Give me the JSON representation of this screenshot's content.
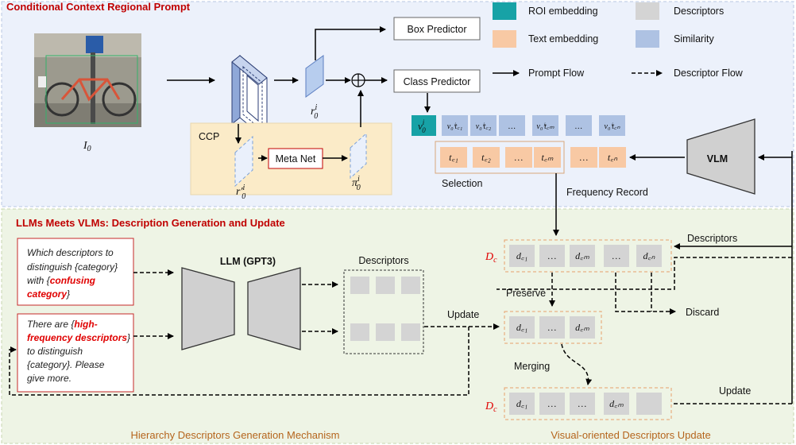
{
  "top": {
    "title": "Conditional Context Regional Prompt",
    "img_label": "I",
    "img_label_sub": "0",
    "box_predictor": "Box Predictor",
    "class_predictor": "Class Predictor",
    "ccp": "CCP",
    "meta_net": "Meta Net",
    "r0": "r",
    "r0_sup": "i",
    "r0_sub": "0",
    "r0p": "r′",
    "pi0": "π",
    "vlm": "VLM",
    "selection": "Selection",
    "freq_record": "Frequency Record",
    "roi_v": "v",
    "roi_v_sub": "0",
    "roi_v_sup": "i",
    "sim_cells": [
      "v₀ⁱt꜀₁",
      "v₀ⁱt꜀₂",
      "…",
      "v₀ⁱt꜀ₘ",
      "…",
      "v₀ⁱt꜀ₙ"
    ],
    "text_cells": [
      "t꜀₁",
      "t꜀₂",
      "…",
      "t꜀ₘ",
      "…",
      "t꜀ₙ"
    ]
  },
  "legend": {
    "roi": "ROI embedding",
    "descriptors": "Descriptors",
    "text": "Text embedding",
    "similarity": "Similarity",
    "prompt_flow": "Prompt Flow",
    "descriptor_flow": "Descriptor Flow",
    "colors": {
      "roi": "#17a2a6",
      "descriptors": "#d4d4d4",
      "text": "#f8c9a4",
      "similarity": "#aec2e3"
    }
  },
  "bottom": {
    "title": "LLMs Meets VLMs: Description Generation and Update",
    "prompt1_a": "Which descriptors to",
    "prompt1_b": "distinguish {category}",
    "prompt1_c": "with {",
    "prompt1_red1": "confusing",
    "prompt1_red2": "category",
    "prompt1_end": "}",
    "prompt2_a": "There are {",
    "prompt2_red1": "high-",
    "prompt2_red2": "frequency descriptors",
    "prompt2_b": "}",
    "prompt2_c": "to distinguish",
    "prompt2_d": "{category}. Please",
    "prompt2_e": "give more.",
    "llm": "LLM (GPT3)",
    "descriptors_box": "Descriptors",
    "update1": "Update",
    "update2": "Update",
    "descriptors_label": "Descriptors",
    "preserve": "Preserve",
    "discard": "Discard",
    "merging": "Merging",
    "dc": "D",
    "dc_sub": "c",
    "row1": [
      "d꜀₁",
      "…",
      "d꜀ₘ",
      "…",
      "d꜀ₙ"
    ],
    "row2": [
      "d꜀₁",
      "…",
      "d꜀ₘ"
    ],
    "row3": [
      "d꜀₁",
      "…",
      "…",
      "d꜀ₘ",
      ""
    ],
    "caption_left": "Hierarchy Descriptors Generation Mechanism",
    "caption_right": "Visual-oriented Descriptors Update"
  }
}
